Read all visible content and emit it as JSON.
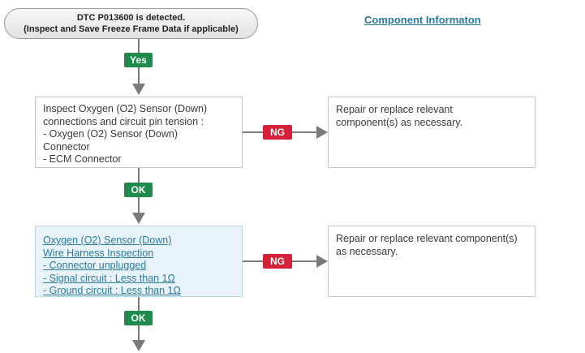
{
  "start": {
    "line1": "DTC P013600 is detected.",
    "line2": "(Inspect and Save Freeze Frame Data if applicable)"
  },
  "component_link": "Component Informaton",
  "labels": {
    "yes": "Yes",
    "ok": "OK",
    "ng": "NG"
  },
  "step1": {
    "lines": [
      "Inspect  Oxygen (O2) Sensor (Down)",
      "connections and circuit pin tension :",
      "- Oxygen (O2) Sensor (Down)",
      "Connector",
      "- ECM Connector"
    ]
  },
  "repair1": {
    "lines": [
      "Repair or replace relevant",
      "component(s) as necessary."
    ]
  },
  "step2": {
    "lines": [
      "Oxygen (O2) Sensor (Down)",
      "Wire Harness Inspection",
      "- Connector unplugged",
      "- Signal circuit : Less than 1Ω",
      "- Ground circuit : Less than 1Ω"
    ]
  },
  "repair2": {
    "lines": [
      "Repair or replace relevant component(s)",
      "as necessary."
    ]
  },
  "colors": {
    "ok": "#1e8a4c",
    "ng": "#d5203a",
    "link": "#2b7a9d",
    "connector": "#7a7a7a"
  }
}
